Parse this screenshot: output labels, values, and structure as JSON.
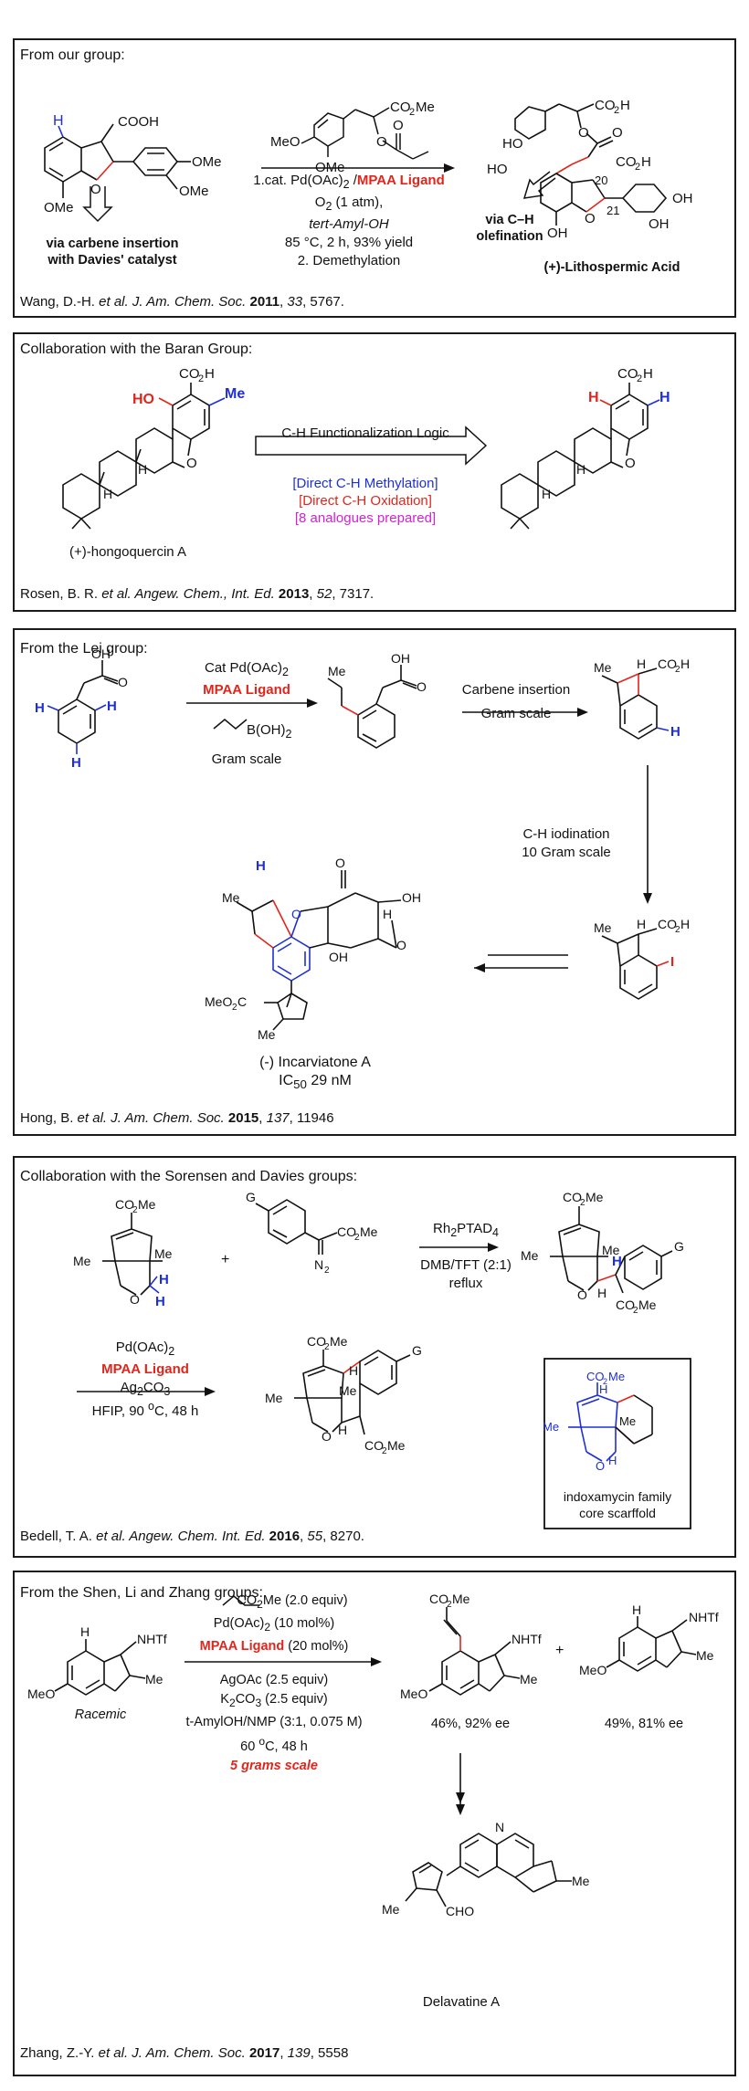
{
  "panel1": {
    "title": "From our group:",
    "left_note1": "via carbene insertion",
    "left_note2": "with Davies' catalyst",
    "cond_line1_a": "1.cat. Pd(OAc)",
    "cond_line1_sub": "2",
    "cond_line1_b": " /",
    "cond_line1_red": "MPAA Ligand",
    "cond_line2_a": "O",
    "cond_line2_sub": "2",
    "cond_line2_b": " (1 atm),",
    "cond_line3": "tert-Amyl-OH",
    "cond_line4": "85 °C, 2 h, 93% yield",
    "cond_line5": "2. Demethylation",
    "ch_note1": "via C–H",
    "ch_note2": "olefination",
    "product_name": "(+)-Lithospermic Acid",
    "cite_authors": "Wang, D.-H. ",
    "cite_etal": "et al. J. Am. Chem. Soc.",
    "cite_year": "2011",
    "cite_vol": "33",
    "cite_page": ", 5767."
  },
  "panel2": {
    "title": "Collaboration with the Baran Group:",
    "start_name": "(+)-hongoquercin A",
    "arrow_label": "C-H Functionalization Logic",
    "note_blue": "[Direct C-H Methylation]",
    "note_red": "[Direct C-H Oxidation]",
    "note_magenta": "[8 analogues prepared]",
    "cite_authors": "Rosen, B. R. ",
    "cite_etal": "et al. Angew. Chem., Int. Ed.",
    "cite_year": "2013",
    "cite_vol": "52",
    "cite_page": ", 7317."
  },
  "panel3": {
    "title": "From the Lei group:",
    "step1_line1_a": "Cat Pd(OAc)",
    "step1_line1_sub": "2",
    "step1_red": "MPAA Ligand",
    "step1_reagent": "B(OH)",
    "step1_reagent_sub": "2",
    "step1_scale": "Gram scale",
    "step2_line1": "Carbene insertion",
    "step2_line2": "Gram scale",
    "step3_line1": "C-H iodination",
    "step3_line2": "10 Gram scale",
    "product_name": "(-) Incarviatone A",
    "ic50_a": "IC",
    "ic50_sub": "50",
    "ic50_b": " 29 nM",
    "cite_authors": "Hong, B. ",
    "cite_etal": "et al. J. Am. Chem. Soc.",
    "cite_year": "2015",
    "cite_vol": "137",
    "cite_page": ", 11946"
  },
  "panel4": {
    "title": "Collaboration with the Sorensen and Davies groups:",
    "plus": "+",
    "rh_a": "Rh",
    "rh_sub": "2",
    "rh_b": "PTAD",
    "rh_sub2": "4",
    "solvent": "DMB/TFT (2:1)",
    "reflux": "reflux",
    "c2_line1_a": "Pd(OAc)",
    "c2_line1_sub": "2",
    "c2_red": "MPAA Ligand",
    "c2_line3_a": "Ag",
    "c2_line3_sub": "2",
    "c2_line3_b": "CO",
    "c2_line3_sub2": "3",
    "c2_line4_a": "HFIP, 90 ",
    "c2_line4_sup": "o",
    "c2_line4_b": "C, 48 h",
    "box_line1": "indoxamycin family",
    "box_line2": "core scarffold",
    "cite_authors": "Bedell, T. A. ",
    "cite_etal": "et al. Angew. Chem. Int. Ed.",
    "cite_year": "2016",
    "cite_vol": "55",
    "cite_page": ", 8270."
  },
  "panel5": {
    "title": "From the Shen, Li and Zhang groups:",
    "racemic": "Racemic",
    "acrylate_a": "CO",
    "acrylate_sub": "2",
    "acrylate_b": "Me (2.0 equiv)",
    "cat_a": "Pd(OAc)",
    "cat_sub": "2",
    "cat_b": " (10 mol%)",
    "lig_red": "MPAA Ligand",
    "lig_b": " (20 mol%)",
    "ag": "AgOAc (2.5 equiv)",
    "k_a": "K",
    "k_sub": "2",
    "k_b": "CO",
    "k_sub2": "3",
    "k_c": " (2.5 equiv)",
    "solv": "t-AmylOH/NMP (3:1, 0.075 M)",
    "temp_a": "60 ",
    "temp_sup": "o",
    "temp_b": "C, 48 h",
    "scale_red": "5 grams scale",
    "yield1": "46%, 92% ee",
    "plus": "+",
    "yield2": "49%, 81% ee",
    "product_name": "Delavatine A",
    "cite_authors": "Zhang, Z.-Y. ",
    "cite_etal": "et al. J. Am. Chem. Soc.",
    "cite_year": "2017",
    "cite_vol": "139",
    "cite_page": ", 5558"
  },
  "colors": {
    "red": "#e0261c",
    "blue": "#1f2fd6",
    "magenta": "#d61fd6",
    "border": "#1a1a1a"
  }
}
